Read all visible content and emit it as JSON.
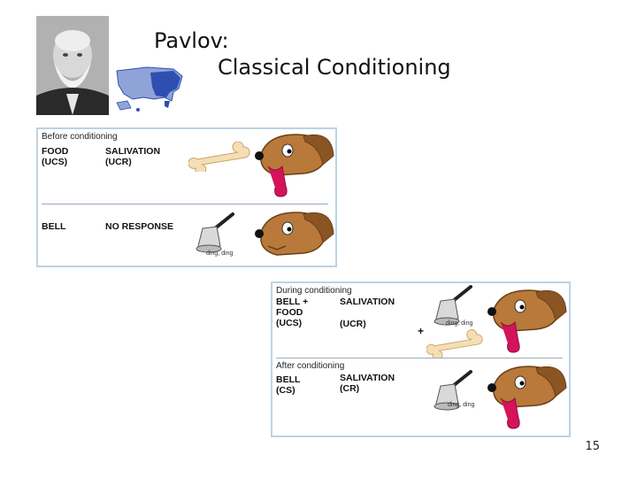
{
  "slide": {
    "title_line1": "Pavlov:",
    "title_line2": "Classical Conditioning",
    "page_number": "15"
  },
  "panel_before": {
    "caption": "Before conditioning",
    "row1_left": "FOOD\n(UCS)",
    "row1_right": "SALIVATION\n(UCR)",
    "row2_left": "BELL",
    "row2_right": "NO RESPONSE",
    "bell_sound": "ding, ding"
  },
  "panel_during": {
    "caption": "During conditioning",
    "left": "BELL +\nFOOD\n(UCS)",
    "right_top": "SALIVATION",
    "right_bottom": "(UCR)",
    "plus": "+",
    "bell_sound": "ding, ding"
  },
  "panel_after": {
    "caption": "After conditioning",
    "left": "BELL\n(CS)",
    "right": "SALIVATION\n(CR)",
    "bell_sound": "ding, ding"
  },
  "colors": {
    "dog_brown": "#b8793a",
    "tongue": "#d4145a",
    "bone": "#f5deb3",
    "panel_border": "#bcd3e6",
    "map_blue": "#2f4fb0"
  },
  "icons": [
    "pavlov-portrait",
    "us-map",
    "dog-icon",
    "bone-icon",
    "bell-icon"
  ]
}
